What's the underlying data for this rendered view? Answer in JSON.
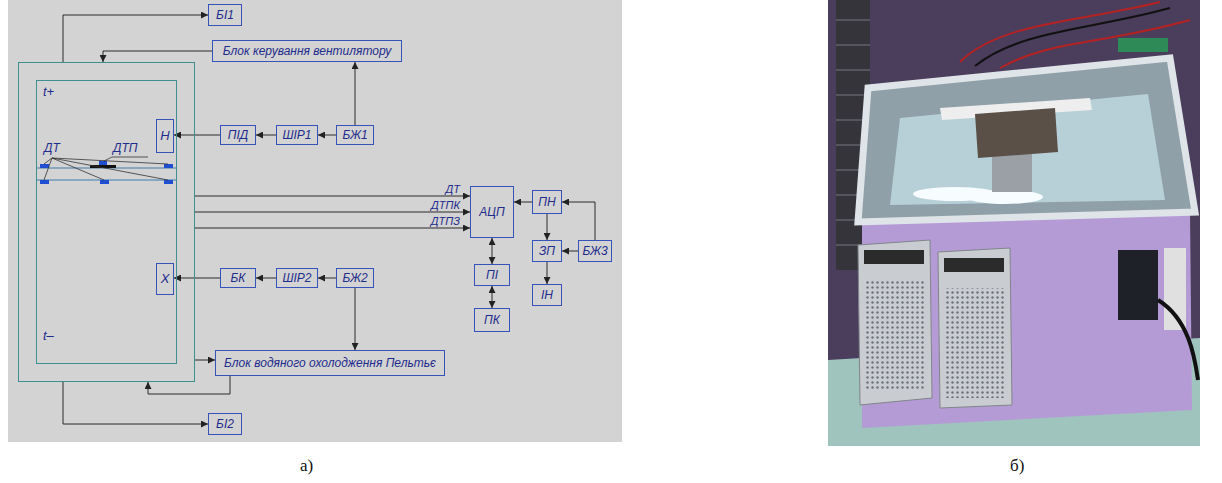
{
  "diagram": {
    "nodes": [
      {
        "text": [
          "БІ1"
        ]
      },
      {
        "text": [
          "Блок керування вентилятору"
        ]
      },
      {
        "text": [
          "t+",
          "t–"
        ]
      },
      {
        "text": [
          "Н"
        ],
        "in": 2
      },
      {
        "text": [
          "ПІД"
        ]
      },
      {
        "text": [
          "ШІР1"
        ]
      },
      {
        "text": [
          "БЖ1"
        ]
      },
      {
        "text": [
          "АЦП"
        ]
      },
      {
        "text": [
          "ПН"
        ]
      },
      {
        "text": [
          "Х"
        ],
        "in": 2
      },
      {
        "text": [
          "БК"
        ]
      },
      {
        "text": [
          "ШІР2"
        ]
      },
      {
        "text": [
          "БЖ2"
        ]
      },
      {
        "text": [
          "ЗП"
        ]
      },
      {
        "text": [
          "БЖ3"
        ]
      },
      {
        "text": [
          "ПІ"
        ]
      },
      {
        "text": [
          "ІН"
        ]
      },
      {
        "text": [
          "Блок водяного охолодження Пельтьє"
        ]
      },
      {
        "text": [
          "ПК"
        ]
      },
      {
        "text": [
          "БІ2"
        ]
      }
    ],
    "edges": [
      {
        "from": 2,
        "to": 0,
        "arrow": "to"
      },
      {
        "from": 1,
        "to": 2,
        "arrow": "to"
      },
      {
        "from": 6,
        "to": 1,
        "arrow": "to"
      },
      {
        "from": 6,
        "to": 5,
        "arrow": "to"
      },
      {
        "from": 5,
        "to": 4,
        "arrow": "to"
      },
      {
        "from": 4,
        "to": 3,
        "arrow": "to"
      },
      {
        "from": 2,
        "to": 7,
        "label": "ДТ",
        "arrow": "to"
      },
      {
        "from": 2,
        "to": 7,
        "label": "ДТПК",
        "arrow": "to"
      },
      {
        "from": 2,
        "to": 7,
        "label": "ДТПЗ",
        "arrow": "to"
      },
      {
        "from": 8,
        "to": 7,
        "arrow": "to"
      },
      {
        "from": 14,
        "to": 8,
        "arrow": "to"
      },
      {
        "from": 8,
        "to": 13,
        "arrow": "to"
      },
      {
        "from": 14,
        "to": 13,
        "arrow": "to"
      },
      {
        "from": 13,
        "to": 16,
        "arrow": "to"
      },
      {
        "from": 7,
        "to": 15,
        "arrow": "both"
      },
      {
        "from": 15,
        "to": 18,
        "arrow": "both"
      },
      {
        "from": 12,
        "to": 11,
        "arrow": "to"
      },
      {
        "from": 11,
        "to": 10,
        "arrow": "to"
      },
      {
        "from": 10,
        "to": 9,
        "arrow": "to"
      },
      {
        "from": 12,
        "to": 17,
        "arrow": "to"
      },
      {
        "from": 2,
        "to": 17,
        "arrow": "to"
      },
      {
        "from": 17,
        "to": 2,
        "arrow": "to"
      },
      {
        "from": 2,
        "to": 19,
        "arrow": "to"
      }
    ],
    "labels": [
      "ДТ",
      "ДТП",
      "а)",
      "б)"
    ]
  }
}
